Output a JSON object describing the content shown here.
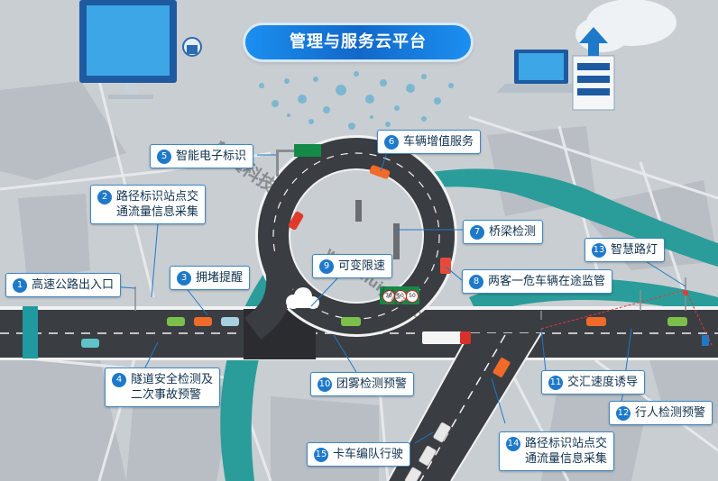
{
  "title": "管理与服务云平台",
  "labels": [
    {
      "num": "1",
      "text": "高速公路出入口"
    },
    {
      "num": "2",
      "text": "路径标识站点交\n通流量信息采集"
    },
    {
      "num": "3",
      "text": "拥堵提醒"
    },
    {
      "num": "4",
      "text": "隧道安全检测及\n二次事故预警"
    },
    {
      "num": "5",
      "text": "智能电子标识"
    },
    {
      "num": "6",
      "text": "车辆增值服务"
    },
    {
      "num": "7",
      "text": "桥梁检测"
    },
    {
      "num": "8",
      "text": "两客一危车辆在途监管"
    },
    {
      "num": "9",
      "text": "可变限速"
    },
    {
      "num": "10",
      "text": "团雾检测预警"
    },
    {
      "num": "11",
      "text": "交汇速度诱导"
    },
    {
      "num": "12",
      "text": "行人检测预警"
    },
    {
      "num": "13",
      "text": "智慧路灯"
    },
    {
      "num": "14",
      "text": "路径标识站点交\n通流量信息采集"
    },
    {
      "num": "15",
      "text": "卡车编队行驶"
    }
  ],
  "speed_signs": [
    "70",
    "60",
    "50"
  ],
  "watermark": {
    "brand": "慧翼科技",
    "url": "www.huiyikj.com"
  },
  "colors": {
    "accent": "#1f79c9",
    "teal_band": "#2a9d9a",
    "road": "#3a3d42",
    "map_bg": "#c9ced3",
    "label_border": "#3f87c4"
  }
}
